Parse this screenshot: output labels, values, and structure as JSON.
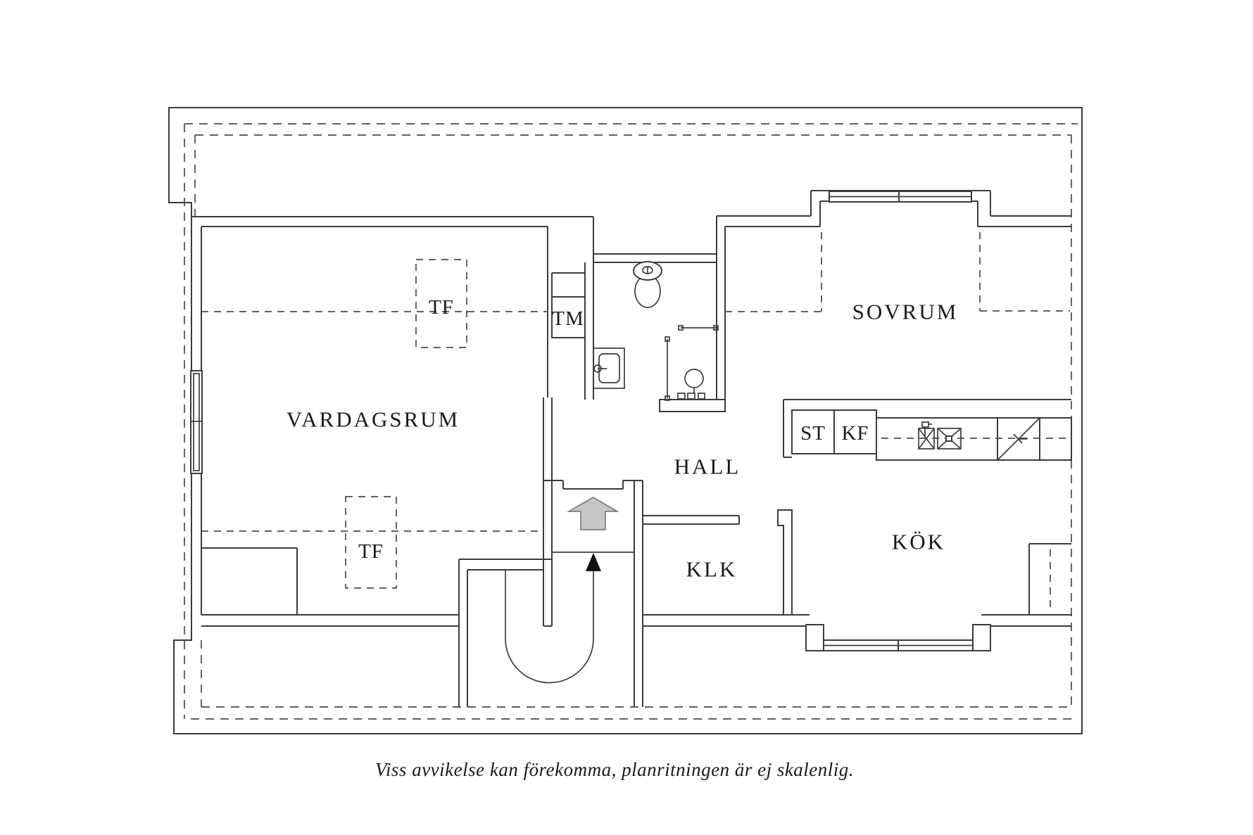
{
  "plan": {
    "rooms": {
      "living_room": "VARDAGSRUM",
      "bedroom": "SOVRUM",
      "hall": "HALL",
      "closet": "KLK",
      "kitchen": "KÖK"
    },
    "labels": {
      "skylight_upper": "TF",
      "skylight_lower": "TF",
      "washing_machine": "TM",
      "stove": "ST",
      "fridge_freezer": "KF"
    },
    "caption": "Viss avvikelse kan förekomma, planritningen är ej skalenlig.",
    "colors": {
      "background": "#ffffff",
      "line": "#3b3b3b",
      "dashed_line": "#4a4a4a",
      "text": "#1a1a1a",
      "arrow_fill": "#c6c6c6"
    }
  }
}
